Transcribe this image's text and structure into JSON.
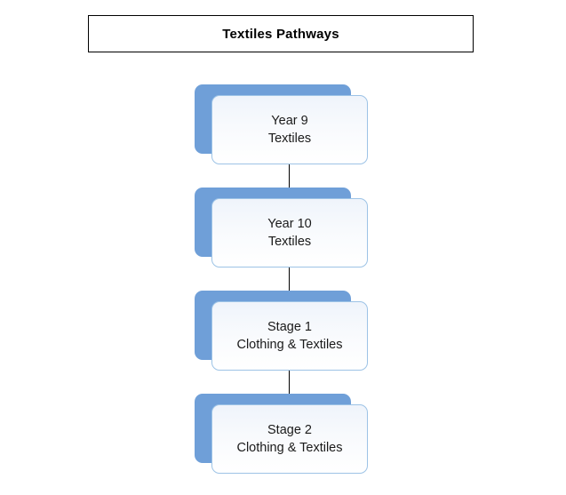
{
  "title": {
    "text": "Textiles Pathways"
  },
  "flow": {
    "nodes": [
      {
        "line1": "Year 9",
        "line2": "Textiles"
      },
      {
        "line1": "Year 10",
        "line2": "Textiles"
      },
      {
        "line1": "Stage 1",
        "line2": "Clothing & Textiles"
      },
      {
        "line1": "Stage 2",
        "line2": "Clothing & Textiles"
      }
    ]
  },
  "colors": {
    "node_shadow": "#6f9fd8",
    "node_border": "#9dc3e6",
    "node_fill": "#f4f8fd",
    "title_border": "#000000",
    "connector": "#000000",
    "text": "#1a1a1a"
  }
}
